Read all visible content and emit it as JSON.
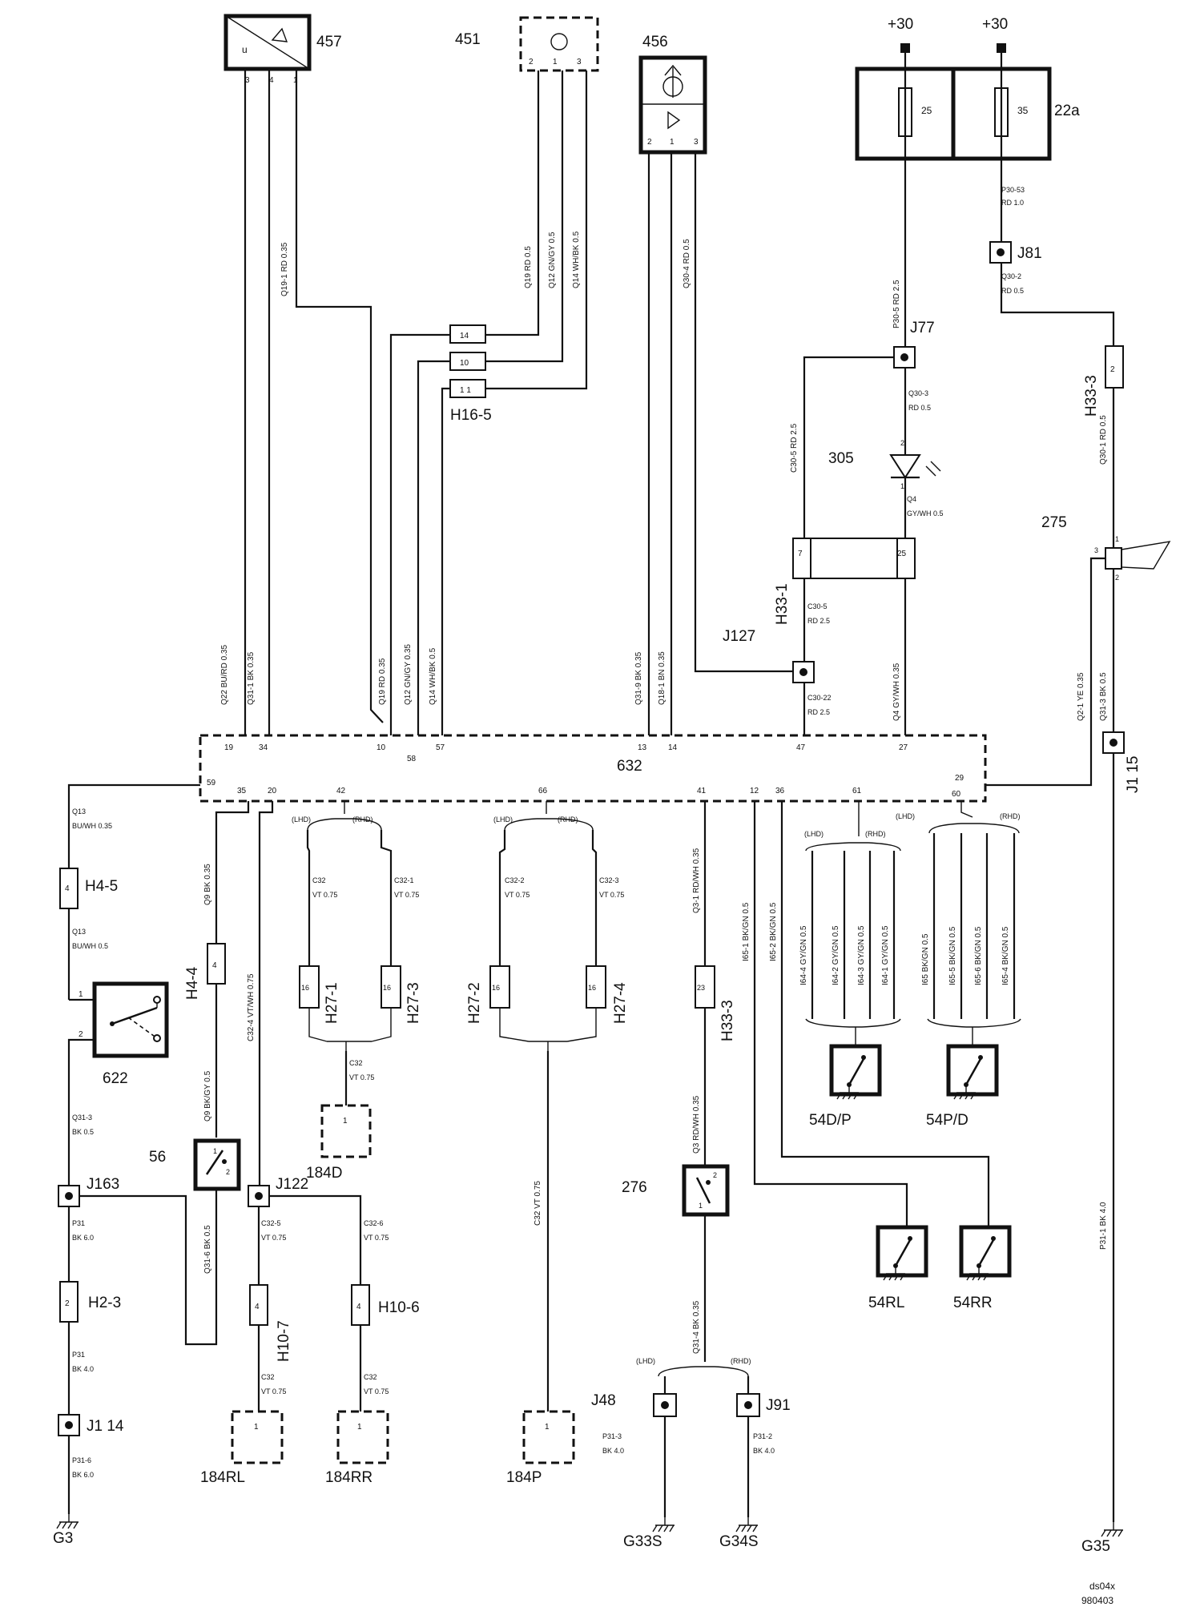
{
  "components": {
    "c457": "457",
    "c451": "451",
    "c456": "456",
    "c22a": "22a",
    "plus30a": "+30",
    "plus30b": "+30",
    "fuse25": "25",
    "fuse35": "35",
    "h16_5": "H16-5",
    "j81": "J81",
    "j77": "J77",
    "h33_3": "H33-3",
    "c305": "305",
    "c275": "275",
    "h33_1": "H33-1",
    "j127": "J127",
    "c632": "632",
    "j1_15": "J1  15",
    "h4_5": "H4-5",
    "h4_4": "H4-4",
    "c622": "622",
    "c56": "56",
    "j163": "J163",
    "j122": "J122",
    "h2_3": "H2-3",
    "j1_14": "J1  14",
    "g3": "G3",
    "h10_7": "H10-7",
    "h10_6": "H10-6",
    "c184rl": "184RL",
    "c184rr": "184RR",
    "c184d": "184D",
    "c184p": "184P",
    "h27_1": "H27-1",
    "h27_3": "H27-3",
    "h27_2": "H27-2",
    "h27_4": "H27-4",
    "h33_3b": "H33-3",
    "c276": "276",
    "j48": "J48",
    "j91": "J91",
    "g33s": "G33S",
    "g34s": "G34S",
    "c54dp": "54D/P",
    "c54pd": "54P/D",
    "c54rl": "54RL",
    "c54rr": "54RR",
    "g35": "G35",
    "docid": "ds04x",
    "docdate": "980403"
  },
  "pins": {
    "p457_3": "3",
    "p457_4": "4",
    "p457_1": "1",
    "p457_u": "u",
    "p451_2": "2",
    "p451_1": "1",
    "p451_3": "3",
    "p456_2": "2",
    "p456_1": "1",
    "p456_3": "3",
    "h16_14": "14",
    "h16_10": "10",
    "h16_11": "1 1",
    "h33_3_2": "2",
    "h33_1_7": "7",
    "h33_1_25": "25",
    "d305_2": "2",
    "d305_1": "1",
    "h275_1": "1",
    "h275_2": "2",
    "h275_3": "3",
    "c632_19": "19",
    "c632_34": "34",
    "c632_10": "10",
    "c632_58": "58",
    "c632_57": "57",
    "c632_13": "13",
    "c632_14": "14",
    "c632_47": "47",
    "c632_27": "27",
    "c632_59": "59",
    "c632_35": "35",
    "c632_20": "20",
    "c632_42": "42",
    "c632_66": "66",
    "c632_41": "41",
    "c632_12": "12",
    "c632_36": "36",
    "c632_61": "61",
    "c632_60": "60",
    "c632_29": "29",
    "h45_4": "4",
    "h44_4": "4",
    "r622_1": "1",
    "r622_2": "2",
    "s56_1": "1",
    "s56_2": "2",
    "h23_2": "2",
    "h107_4": "4",
    "h106_4": "4",
    "b184rl_1": "1",
    "b184rr_1": "1",
    "b184d_1": "1",
    "b184p_1": "1",
    "h271_16": "16",
    "h273_16": "16",
    "h272_16": "16",
    "h274_16": "16",
    "h333b_23": "23",
    "s276_2": "2",
    "s276_1": "1"
  },
  "wires": {
    "w457a": "Q22   BU/RD   0.35",
    "w457b": "Q31-1   BK   0.35",
    "w457c": "Q19-1   RD   0.35",
    "w451a": "Q19   RD   0.5",
    "w451b": "Q12   GN/GY   0.5",
    "w451c": "Q14   WH/BK   0.5",
    "w16a": "Q19   RD   0.35",
    "w16b": "Q12   GN/GY   0.35",
    "w16c": "Q14   WH/BK   0.5",
    "w456a": "Q31-9   BK   0.35",
    "w456b": "Q18-1   BN   0.35",
    "w456c": "Q30-4   RD   0.5",
    "wf25": "P30-5   RD   2.5",
    "wf35a": "P30-53",
    "wf35b": "RD      1.0",
    "wj81a": "Q30-2",
    "wj81b": "RD      0.5",
    "wh333": "Q30-1   RD   0.5",
    "wj77a": "Q30-3",
    "wj77b": "RD         0.5",
    "wq4a": "Q4",
    "wq4b": "GY/WH            0.5",
    "wc305": "C30-5   RD   2.5",
    "wc305b": "C30-5",
    "wc305c": "RD      2.5",
    "wq4c": "Q4   GY/WH   0.35",
    "wc3022a": "C30-22",
    "wc3022b": "RD      2.5",
    "w275": "Q2-1   YE   0.35",
    "w275b": "Q31-3   BK   0.5",
    "wq13a": "Q13",
    "wq13b": "BU/WH          0.35",
    "wq13c": "Q13",
    "wq13d": "BU/WH          0.5",
    "wq9a": "Q9   BK   0.35",
    "wq9b": "Q9   BK/GY   0.5",
    "wc324": "C32-4   VT/WH   0.75",
    "wq313a": "Q31-3",
    "wq313b": "BK      0.5",
    "wp31a": "P31",
    "wp31b": "BK      6.0",
    "wp31c": "P31",
    "wp31d": "BK      4.0",
    "wp316a": "P31-6",
    "wp316b": "BK      6.0",
    "wq316": "Q31-6   BK   0.5",
    "wc325a": "C32-5",
    "wc325b": "VT      0.75",
    "wc326a": "C32-6",
    "wc326b": "VT      0.75",
    "wc32rl_a": "C32",
    "wc32rl_b": "VT      0.75",
    "wc32rr_a": "C32",
    "wc32rr_b": "VT      0.75",
    "lhd1": "(LHD)",
    "rhd1": "(RHD)",
    "wc32a": "C32",
    "wc32b": "VT      0.75",
    "wc321a": "C32-1",
    "wc321b": "VT      0.75",
    "wc32d_a": "C32",
    "wc32d_b": "VT      0.75",
    "lhd2": "(LHD)",
    "rhd2": "(RHD)",
    "wc322a": "C32-2",
    "wc322b": "VT      0.75",
    "wc323a": "C32-3",
    "wc323b": "VT      0.75",
    "wc32p": "C32   VT   0.75",
    "wq31": "Q3-1   RD/WH   0.35",
    "wq3": "Q3   RD/WH   0.35",
    "wq314": "Q31-4   BK   0.35",
    "lhd3": "(LHD)",
    "rhd3": "(RHD)",
    "wp313a": "P31-3",
    "wp313b": "BK      4.0",
    "wp312a": "P31-2",
    "wp312b": "BK      4.0",
    "wi651": "I65-1   BK/GN   0.5",
    "wi652": "I65-2   BK/GN   0.5",
    "lhd4": "(LHD)",
    "rhd4": "(RHD)",
    "wi644": "I64-4   GY/GN   0.5",
    "wi642": "I64-2   GY/GN   0.5",
    "wi643": "I64-3   GY/GN   0.5",
    "wi641": "I64-1   GY/GN   0.5",
    "lhd5": "(LHD)",
    "rhd5": "(RHD)",
    "wi65": "I65   BK/GN   0.5",
    "wi655": "I65-5   BK/GN   0.5",
    "wi656": "I65-6   BK/GN   0.5",
    "wi654": "I65-4   BK/GN   0.5",
    "wp311": "P31-1   BK   4.0"
  }
}
